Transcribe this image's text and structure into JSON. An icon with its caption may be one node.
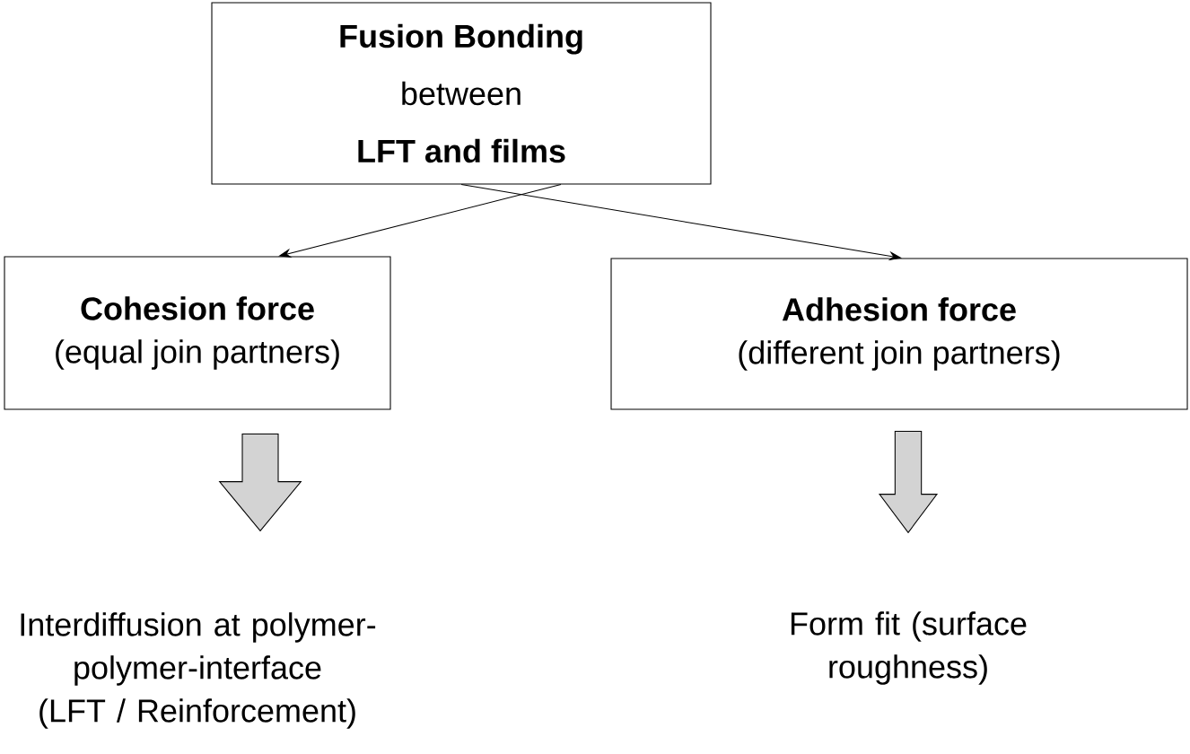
{
  "diagram": {
    "nodes": [
      {
        "text": [
          "Fusion Bonding",
          "between",
          "LFT and films"
        ]
      },
      {
        "text": [
          "Cohesion force",
          "(equal join partners)"
        ]
      },
      {
        "text": [
          "Adhesion force",
          "(different join partners)"
        ]
      },
      {
        "text": [
          "Interdiffusion at polymer-polymer-interface (LFT / Reinforcement)"
        ]
      },
      {
        "text": [
          "Form fit (surface roughness)"
        ]
      }
    ],
    "edges": [
      {
        "from": 0,
        "to": 1,
        "arrow": "to"
      },
      {
        "from": 0,
        "to": 2,
        "arrow": "to"
      },
      {
        "from": 1,
        "to": 3,
        "arrow": "to",
        "style": "thick"
      },
      {
        "from": 2,
        "to": 4,
        "arrow": "to",
        "style": "thick"
      }
    ]
  }
}
